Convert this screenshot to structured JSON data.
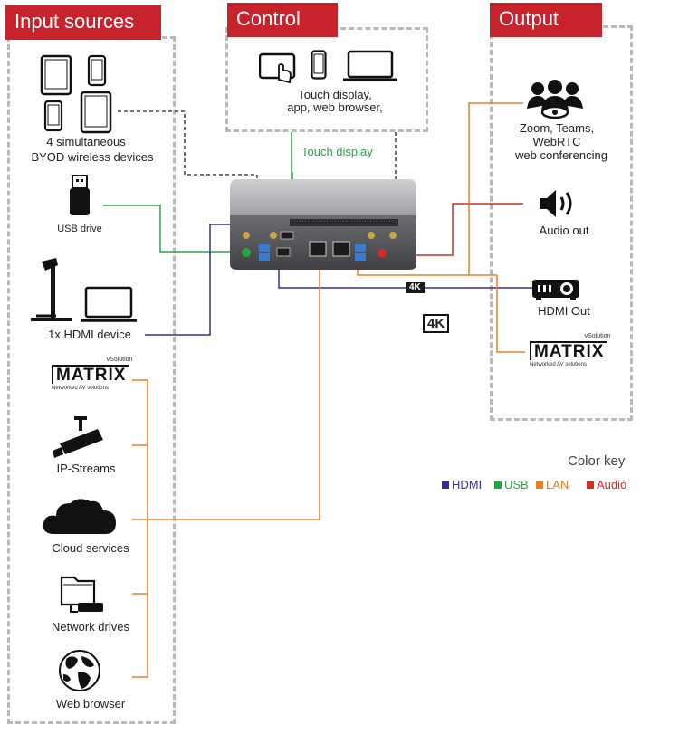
{
  "headers": {
    "input": "Input sources",
    "control": "Control",
    "output": "Output"
  },
  "control": {
    "label_line1": "Touch display,",
    "label_line2": "app, web browser,"
  },
  "touch_display_label": "Touch display",
  "inputs": {
    "byod_line1": "4 simultaneous",
    "byod_line2": "BYOD wireless devices",
    "usb": "USB drive",
    "hdmi": "1x HDMI device",
    "ip_streams": "IP-Streams",
    "cloud": "Cloud services",
    "network_drives": "Network drives",
    "web_browser": "Web browser"
  },
  "outputs": {
    "conf_line1": "Zoom, Teams,",
    "conf_line2": "WebRTC",
    "conf_line3": "web conferencing",
    "audio": "Audio out",
    "hdmi": "HDMI Out"
  },
  "logo": {
    "name": "MATRIX",
    "tag": "vSolution",
    "subtitle": "Networked AV solutions"
  },
  "badges": {
    "small": "4K",
    "large": "4K"
  },
  "color_key": {
    "title": "Color key",
    "items": [
      {
        "label": "HDMI",
        "color": "#3d2c8d"
      },
      {
        "label": "USB",
        "color": "#2aa44a"
      },
      {
        "label": "LAN",
        "color": "#ee7d22"
      },
      {
        "label": "Audio",
        "color": "#d42b26"
      }
    ]
  },
  "colors": {
    "hdmi": "#3d2c8d",
    "usb": "#2aa44a",
    "lan": "#ee7d22",
    "audio": "#d42b26",
    "header": "#c8232c"
  }
}
